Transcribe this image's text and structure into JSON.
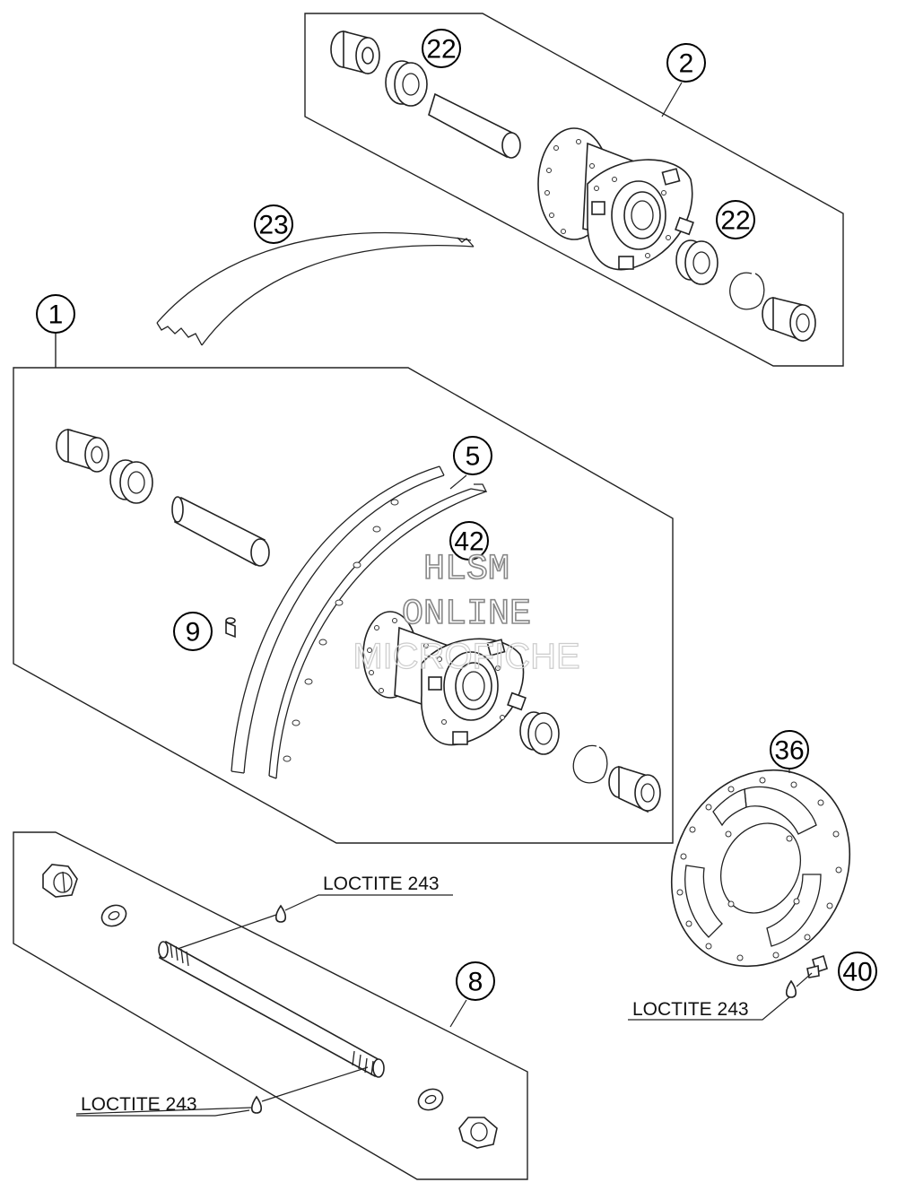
{
  "callouts": [
    "1",
    "2",
    "5",
    "8",
    "9",
    "22",
    "22",
    "23",
    "36",
    "40",
    "42"
  ],
  "notes": {
    "loctite_1": "LOCTITE 243",
    "loctite_2": "LOCTITE 243",
    "loctite_3": "LOCTITE 243"
  },
  "watermark": {
    "line1": "HLSM",
    "line2": "ONLINE",
    "line3": "MICROFICHE"
  }
}
